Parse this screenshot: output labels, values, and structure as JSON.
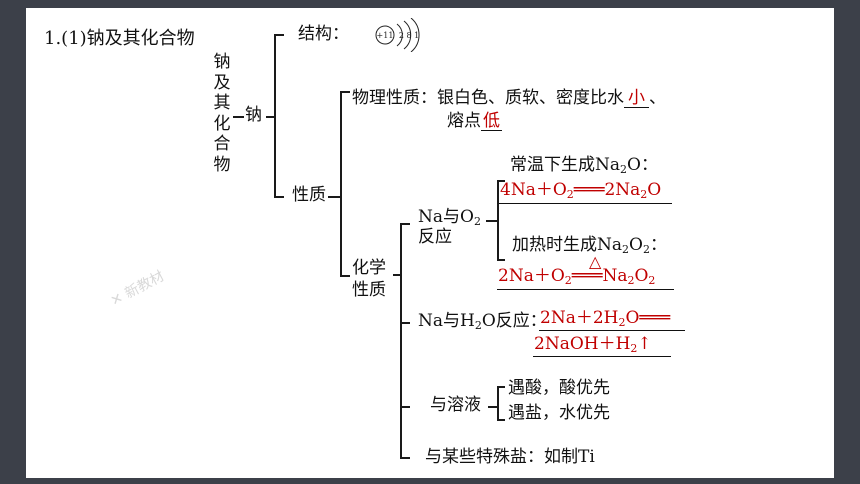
{
  "title": "1.(1)钠及其化合物",
  "root_label": "钠及其化合物",
  "sodium": "钠",
  "structure": {
    "label": "结构：",
    "nucleus": "+11",
    "shells": "2 8 1"
  },
  "properties": "性质",
  "physical": {
    "label": "物理性质：",
    "line1_prefix": "银白色、质软、密度比水",
    "answer_density": "小",
    "line1_suffix": "、",
    "line2_prefix": "熔点",
    "answer_melting": "低"
  },
  "chemical": {
    "label": "化学性质",
    "o2": {
      "label_pre": "Na与O",
      "label_sub": "2",
      "label_line2": "反应",
      "room_temp": {
        "label_pre": "常温下生成Na",
        "label_sub": "2",
        "label_post": "O：",
        "equation": "4Na＋O2═══2Na2O"
      },
      "heating": {
        "label_pre": "加热时生成Na",
        "label_sub1": "2",
        "label_mid": "O",
        "label_sub2": "2",
        "label_post": "：",
        "condition": "△",
        "equation": "2Na＋O2═══Na2O2"
      }
    },
    "water": {
      "label_pre": "Na与H",
      "label_sub": "2",
      "label_post": "O反应：",
      "equation_line1": "2Na＋2H2O═══",
      "equation_line2": "2NaOH＋H2↑"
    },
    "solution": {
      "label": "与溶液",
      "rule1": "遇酸，酸优先",
      "rule2": "遇盐，水优先"
    },
    "special_salt": "与某些特殊盐：如制Ti"
  }
}
